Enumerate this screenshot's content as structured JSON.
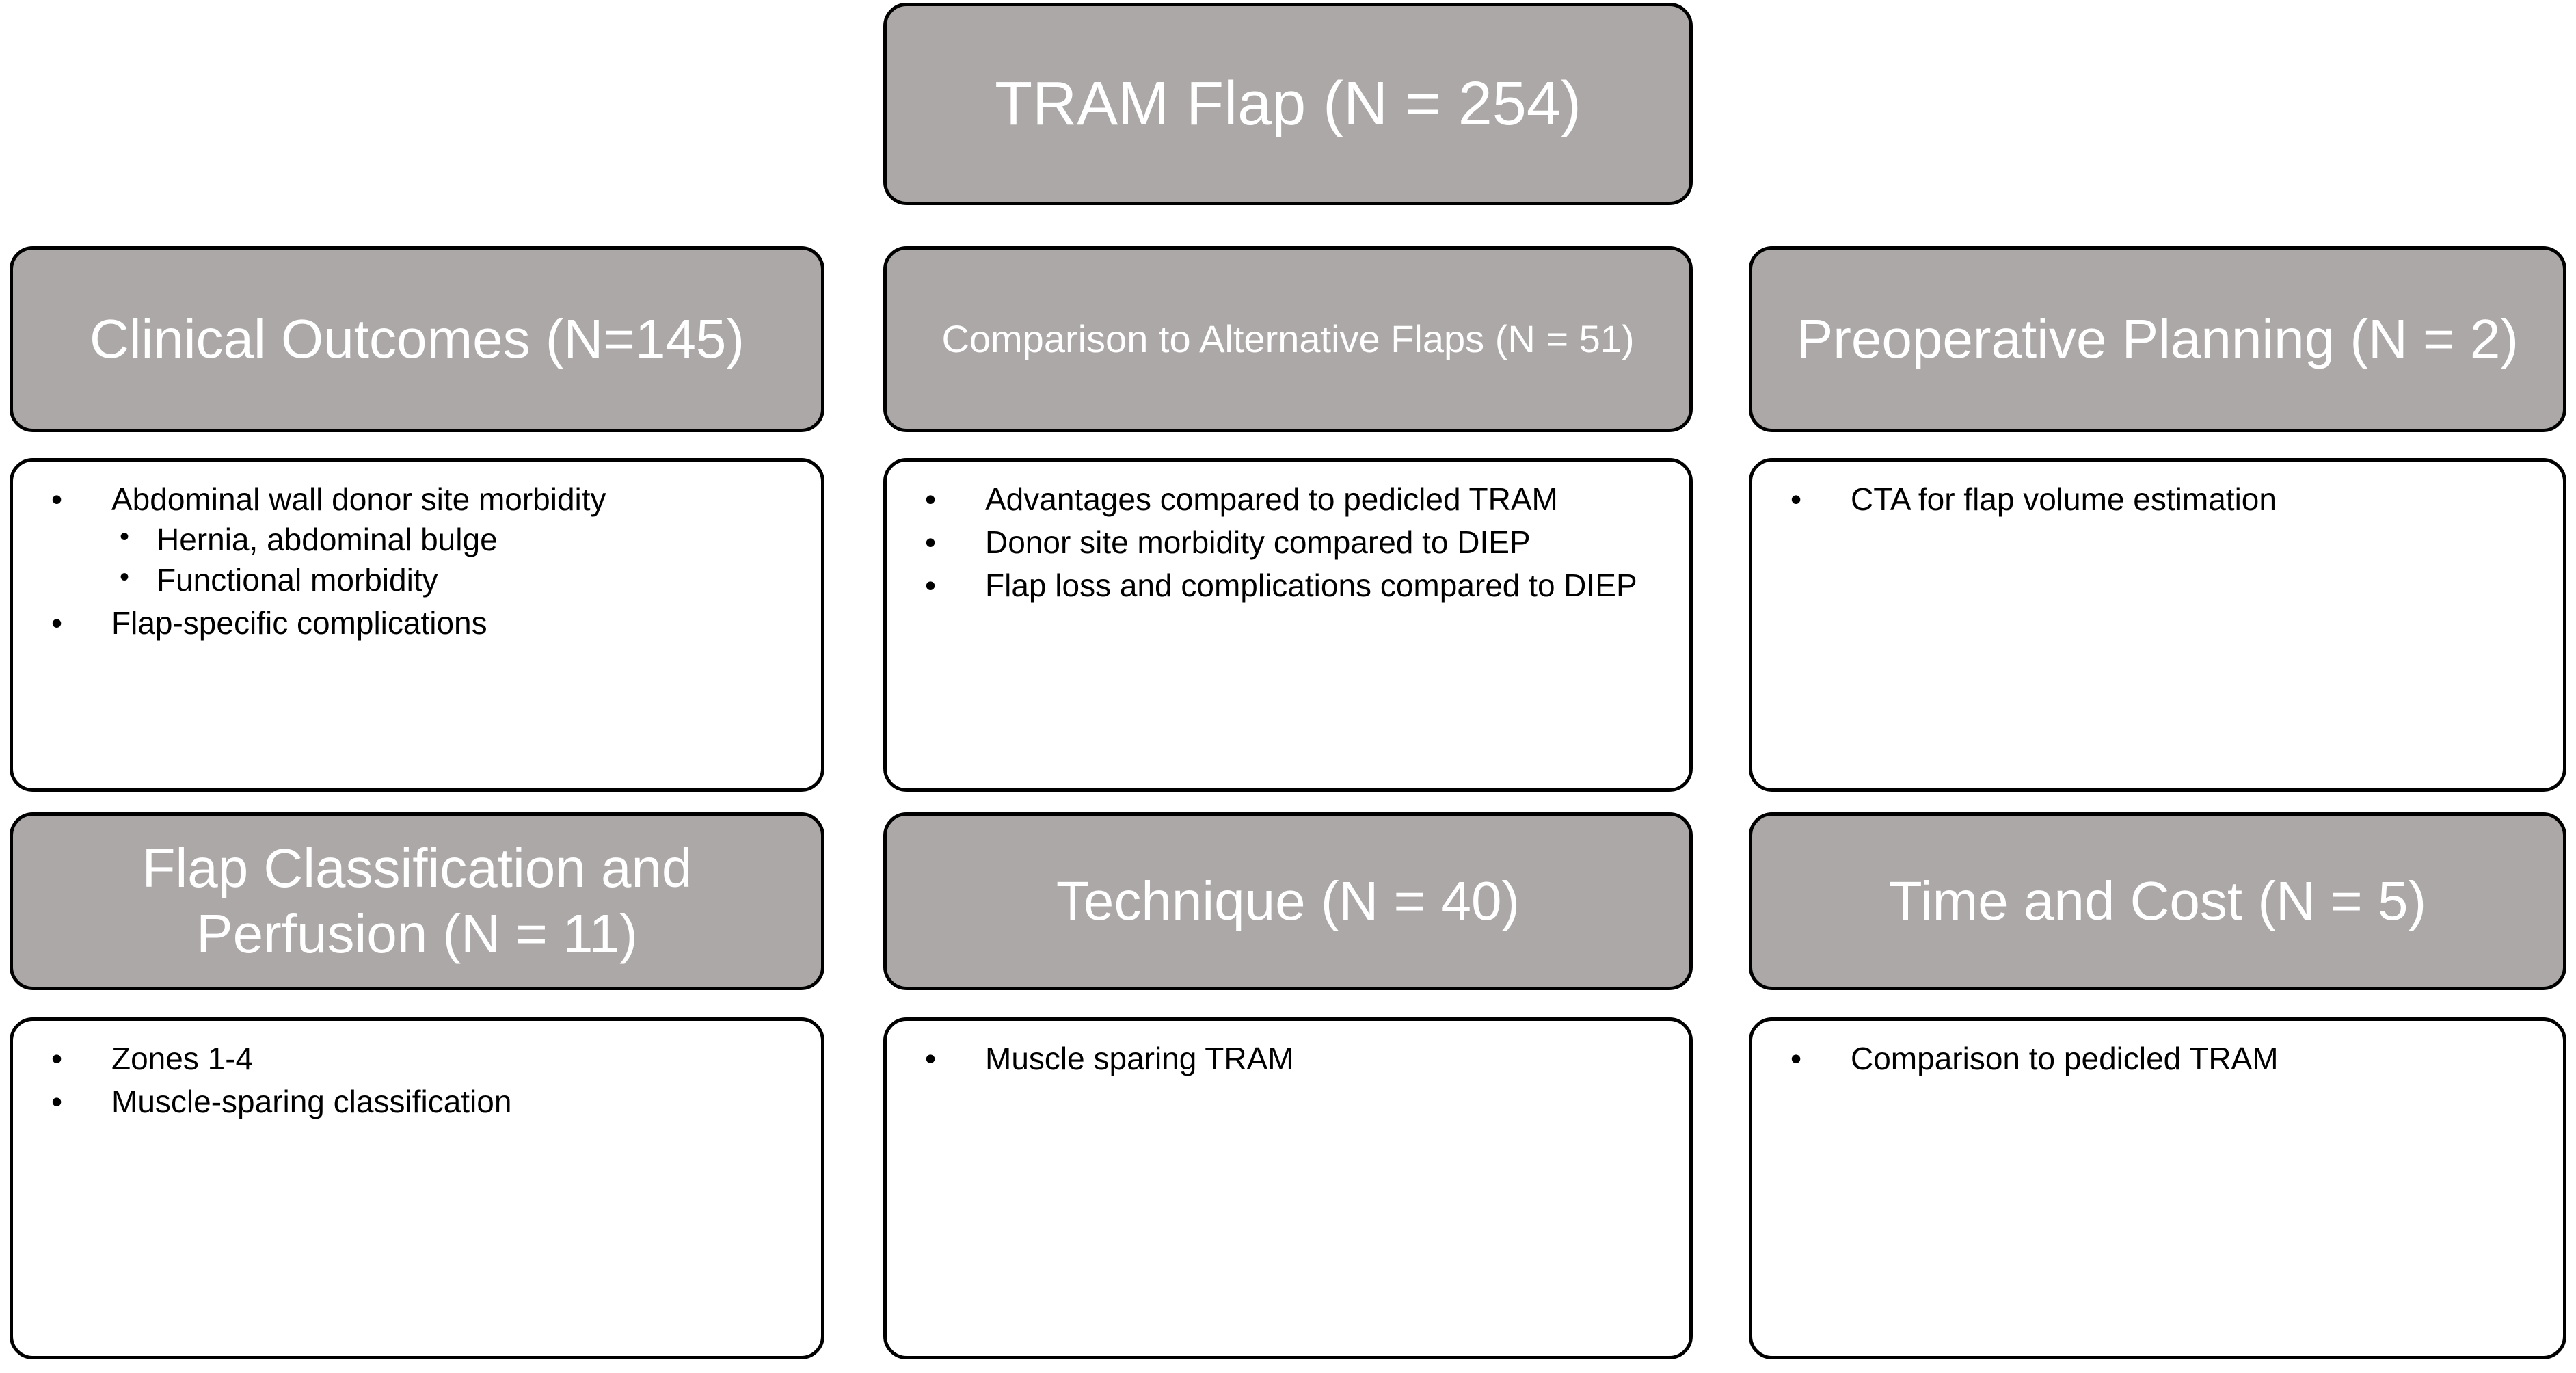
{
  "diagram": {
    "title_box": {
      "label": "TRAM Flap (N = 254)"
    },
    "categories": [
      {
        "header": "Clinical Outcomes (N=145)",
        "items": [
          {
            "text": "Abdominal wall donor site morbidity",
            "subitems": [
              "Hernia, abdominal bulge",
              "Functional morbidity"
            ]
          },
          {
            "text": "Flap-specific complications",
            "subitems": []
          }
        ]
      },
      {
        "header": "Comparison to Alternative Flaps (N = 51)",
        "items": [
          {
            "text": "Advantages compared to pedicled TRAM",
            "subitems": []
          },
          {
            "text": "Donor site morbidity compared to DIEP",
            "subitems": []
          },
          {
            "text": "Flap loss and complications compared to DIEP",
            "subitems": []
          }
        ]
      },
      {
        "header": "Preoperative Planning (N = 2)",
        "items": [
          {
            "text": "CTA for flap volume estimation",
            "subitems": []
          }
        ]
      },
      {
        "header": "Flap Classification and Perfusion (N = 11)",
        "items": [
          {
            "text": "Zones 1-4",
            "subitems": []
          },
          {
            "text": "Muscle-sparing classification",
            "subitems": []
          }
        ]
      },
      {
        "header": "Technique (N = 40)",
        "items": [
          {
            "text": "Muscle sparing TRAM",
            "subitems": []
          }
        ]
      },
      {
        "header": "Time and Cost (N = 5)",
        "items": [
          {
            "text": "Comparison to pedicled TRAM",
            "subitems": []
          }
        ]
      }
    ],
    "colors": {
      "header_fill": "#ACA8A8",
      "header_text": "#FFFFFF",
      "body_fill": "#FFFFFF",
      "body_text": "#000000",
      "outline": "#000000"
    }
  }
}
